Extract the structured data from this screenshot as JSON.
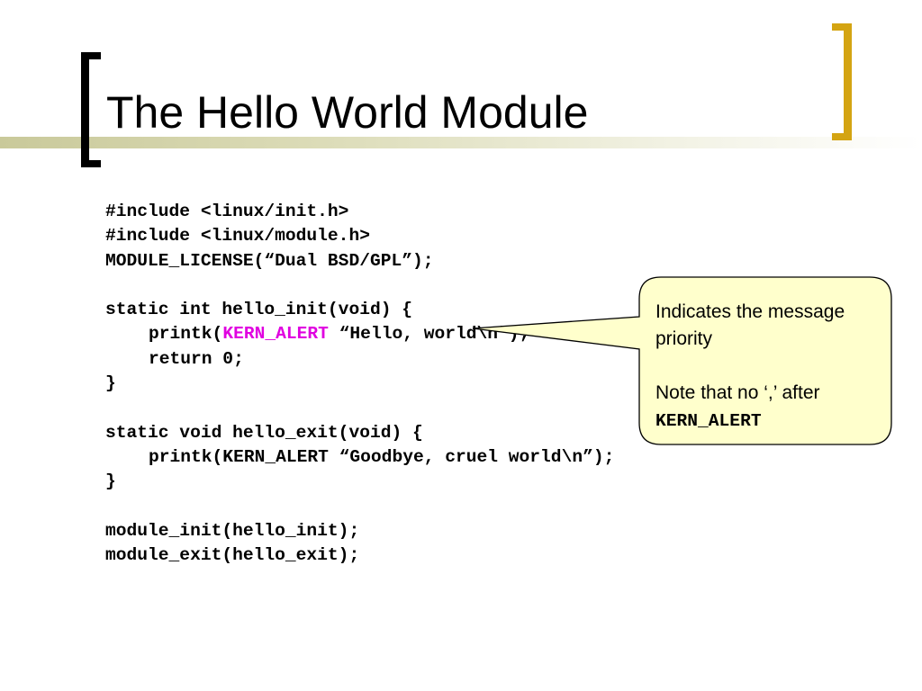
{
  "slide": {
    "title": "The Hello World Module"
  },
  "code": {
    "lines": [
      "#include <linux/init.h>",
      "#include <linux/module.h>",
      "MODULE_LICENSE(“Dual BSD/GPL”);",
      "",
      "static int hello_init(void) {",
      {
        "prefix": "printk(",
        "highlight": "KERN_ALERT",
        "suffix": " “Hello, world\\n”);"
      },
      "return 0;",
      "}",
      "",
      "static void hello_exit(void) {",
      "printk(KERN_ALERT “Goodbye, cruel world\\n”);",
      "}",
      "",
      "module_init(hello_init);",
      "module_exit(hello_exit);"
    ],
    "highlight_color": "#e000e0"
  },
  "callout": {
    "line1": "Indicates the message priority",
    "line2_prefix": "Note that no ‘,’ after",
    "line2_code": "KERN_ALERT",
    "fill": "#ffffcc"
  },
  "colors": {
    "bracket_left": "#000000",
    "bracket_right": "#d4a412",
    "title_rule": "#c9c99a"
  }
}
